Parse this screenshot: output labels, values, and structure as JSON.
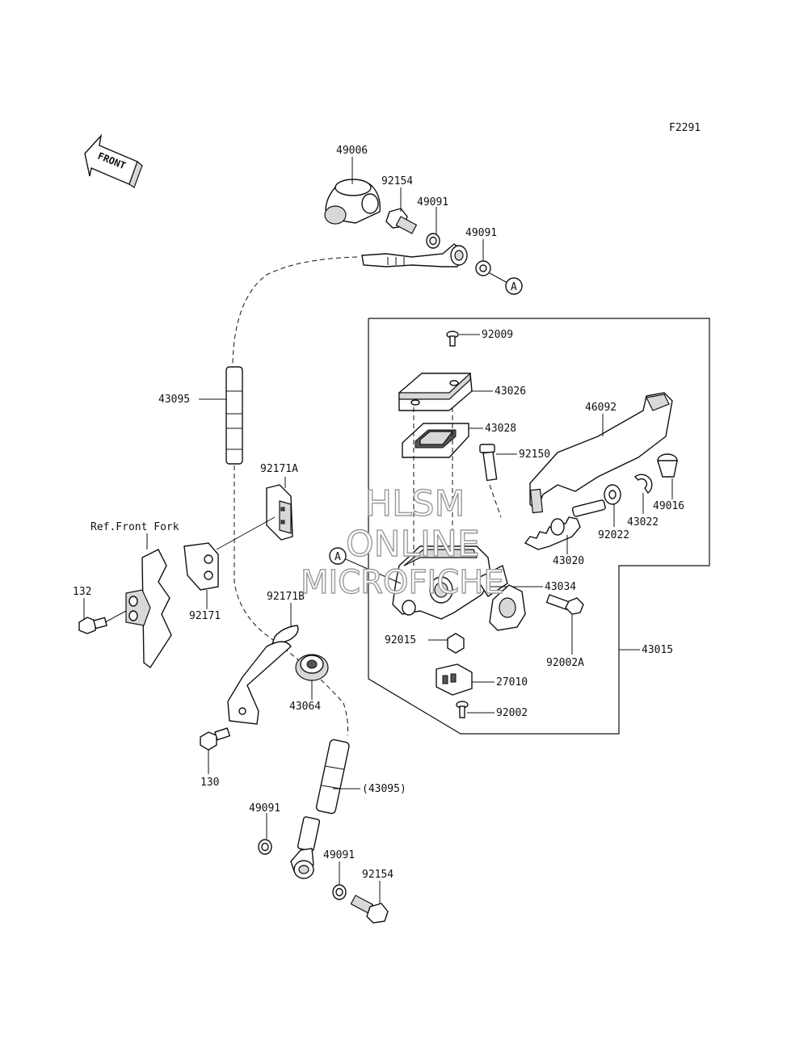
{
  "figure_code": "F2291",
  "front_label": "FRONT",
  "ref_label": "Ref.Front Fork",
  "callout_letter": "A",
  "watermark": [
    "HLSM",
    "ONLINE",
    "MICROFICHE"
  ],
  "part_labels": {
    "p49006": "49006",
    "p92154_top": "92154",
    "p49091_a": "49091",
    "p49091_b": "49091",
    "p43095": "43095",
    "p92009": "92009",
    "p43026": "43026",
    "p43028": "43028",
    "p46092": "46092",
    "p92150": "92150",
    "p49016": "49016",
    "p43022": "43022",
    "p92022": "92022",
    "p43020": "43020",
    "p43034": "43034",
    "p43015": "43015",
    "p92171A": "92171A",
    "p92171": "92171",
    "p132": "132",
    "p92171B": "92171B",
    "p43064": "43064",
    "p130": "130",
    "p92015": "92015",
    "p92002A": "92002A",
    "p27010": "27010",
    "p92002": "92002",
    "p43095_ref": "(43095)",
    "p49091_c": "49091",
    "p49091_d": "49091",
    "p92154_bottom": "92154"
  }
}
